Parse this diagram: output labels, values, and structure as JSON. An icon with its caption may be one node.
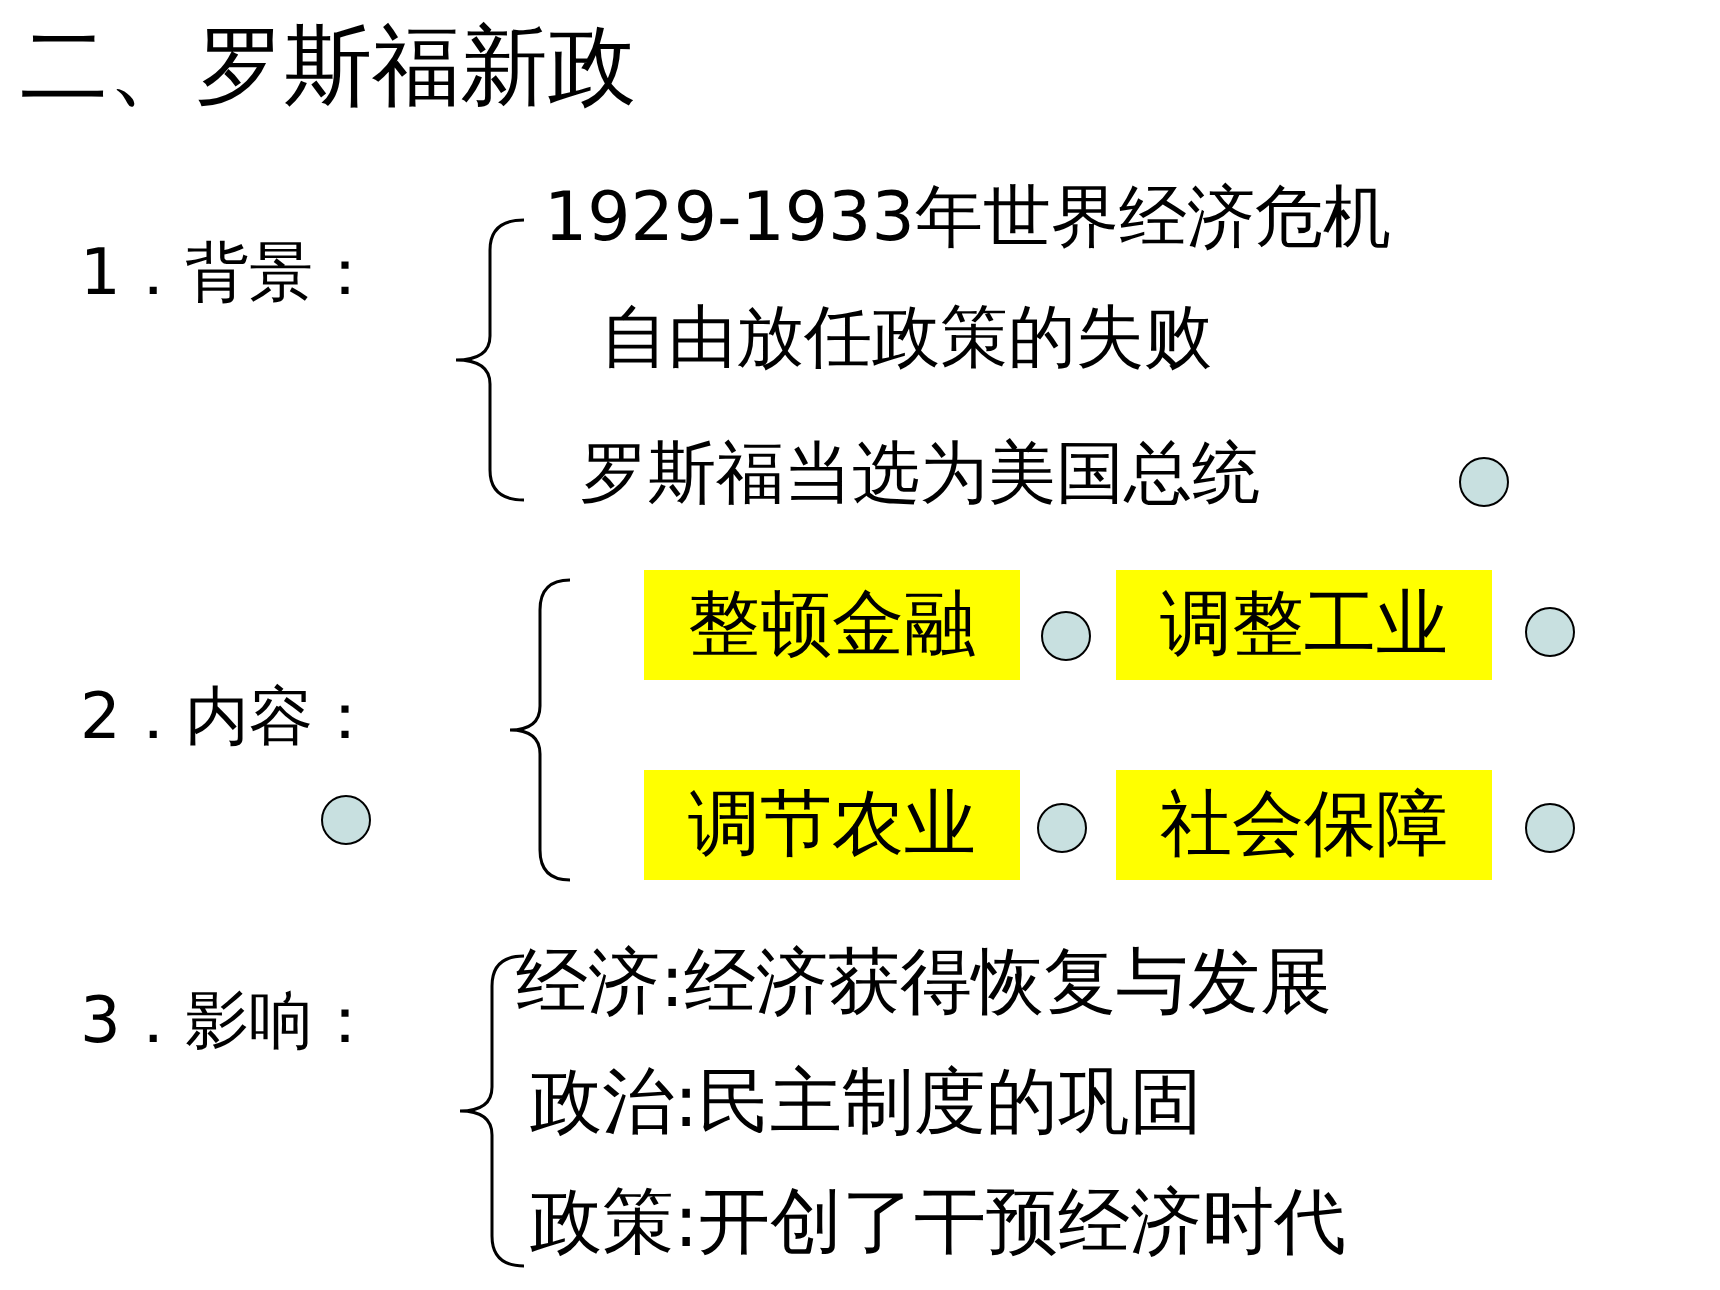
{
  "diagram": {
    "title": "二、罗斯福新政",
    "nodes": [
      {
        "text": [
          "整顿金融"
        ]
      },
      {
        "text": [
          "调整工业"
        ]
      },
      {
        "text": [
          "调节农业"
        ]
      },
      {
        "text": [
          "社会保障"
        ]
      }
    ],
    "labels": [
      "1．背景：",
      "1929-1933年世界经济危机",
      "自由放任政策的失败",
      "罗斯福当选为美国总统",
      "2．内容：",
      "3．影响：",
      "经济:经济获得恢复与发展",
      "政治:民主制度的巩固",
      "政策:开创了干预经济时代"
    ]
  }
}
